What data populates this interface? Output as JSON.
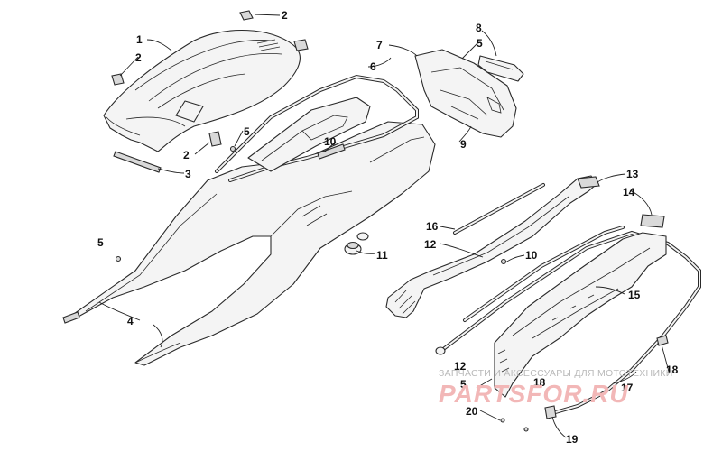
{
  "watermark": {
    "tagline": "ЗАПЧАСТИ И АКСЕССУАРЫ ДЛЯ МОТОТЕХНИКИ",
    "logo_text": "PARTSFOR.RU",
    "logo_color": "#f2b7b7"
  },
  "callouts": [
    {
      "id": "c1",
      "label": "1"
    },
    {
      "id": "c2a",
      "label": "2"
    },
    {
      "id": "c2b",
      "label": "2"
    },
    {
      "id": "c2c",
      "label": "2"
    },
    {
      "id": "c3",
      "label": "3"
    },
    {
      "id": "c4",
      "label": "4"
    },
    {
      "id": "c5a",
      "label": "5"
    },
    {
      "id": "c5b",
      "label": "5"
    },
    {
      "id": "c5c",
      "label": "5"
    },
    {
      "id": "c5d",
      "label": "5"
    },
    {
      "id": "c6",
      "label": "6"
    },
    {
      "id": "c7",
      "label": "7"
    },
    {
      "id": "c8",
      "label": "8"
    },
    {
      "id": "c9",
      "label": "9"
    },
    {
      "id": "c10a",
      "label": "10"
    },
    {
      "id": "c10b",
      "label": "10"
    },
    {
      "id": "c11",
      "label": "11"
    },
    {
      "id": "c12a",
      "label": "12"
    },
    {
      "id": "c12b",
      "label": "12"
    },
    {
      "id": "c13",
      "label": "13"
    },
    {
      "id": "c14",
      "label": "14"
    },
    {
      "id": "c15",
      "label": "15"
    },
    {
      "id": "c16",
      "label": "16"
    },
    {
      "id": "c17",
      "label": "17"
    },
    {
      "id": "c18a",
      "label": "18"
    },
    {
      "id": "c18b",
      "label": "18"
    },
    {
      "id": "c19",
      "label": "19"
    },
    {
      "id": "c20",
      "label": "20"
    }
  ]
}
